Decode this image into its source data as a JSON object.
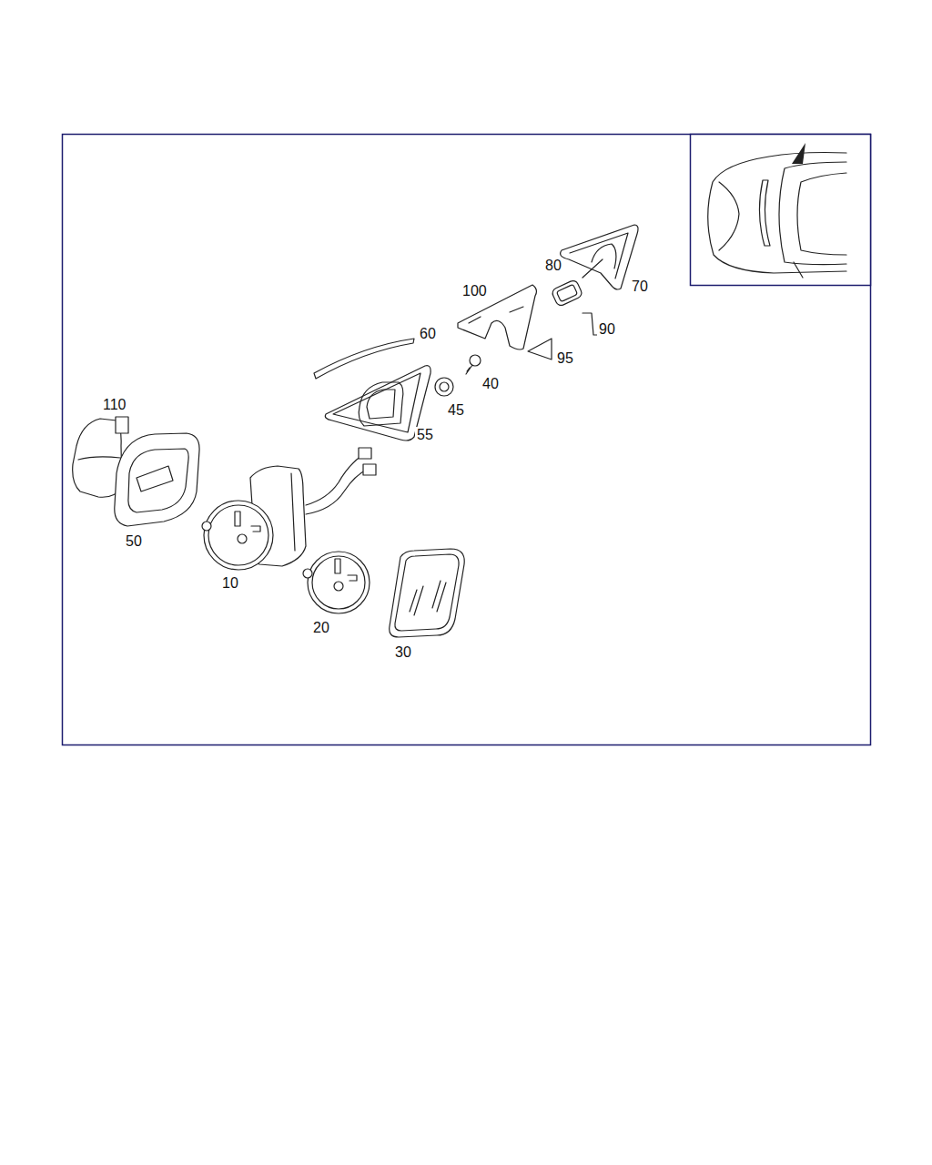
{
  "diagram": {
    "labels": [
      "80",
      "70",
      "100",
      "90",
      "60",
      "95",
      "40",
      "45",
      "110",
      "55",
      "50",
      "10",
      "20",
      "30"
    ]
  }
}
